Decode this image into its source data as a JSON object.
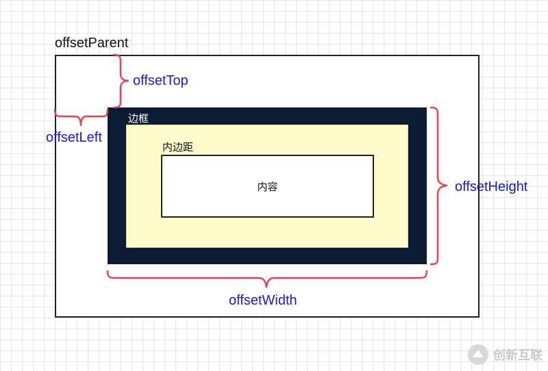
{
  "diagram": {
    "parent_label": "offsetParent",
    "border_label": "边框",
    "padding_label": "内边距",
    "content_label": "内容",
    "offset_top_label": "offsetTop",
    "offset_left_label": "offsetLeft",
    "offset_height_label": "offsetHeight",
    "offset_width_label": "offsetWidth"
  },
  "watermark": {
    "text": "创新互联"
  },
  "colors": {
    "border_fill": "#0c1a33",
    "padding_fill": "#fffccc",
    "brace": "#e8424e",
    "label_blue": "#1d17c9"
  }
}
